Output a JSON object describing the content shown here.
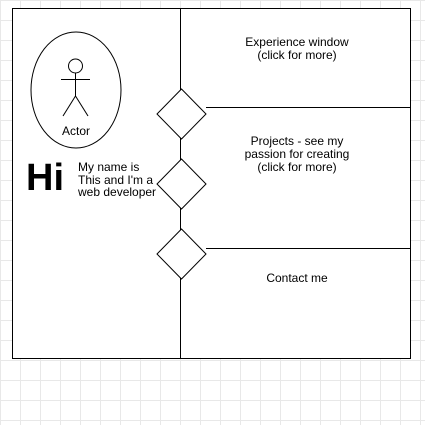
{
  "actor": {
    "label": "Actor"
  },
  "greeting": {
    "heading": "Hi",
    "intro": "My name is This and I'm a web developer"
  },
  "panels": [
    {
      "label": "Experience window\n(click for more)"
    },
    {
      "label": "Projects - see my\npassion for creating\n(click for more)"
    },
    {
      "label": "Contact me"
    }
  ],
  "colors": {
    "stroke": "#000000",
    "background": "#ffffff",
    "grid": "#e8e8e8"
  }
}
